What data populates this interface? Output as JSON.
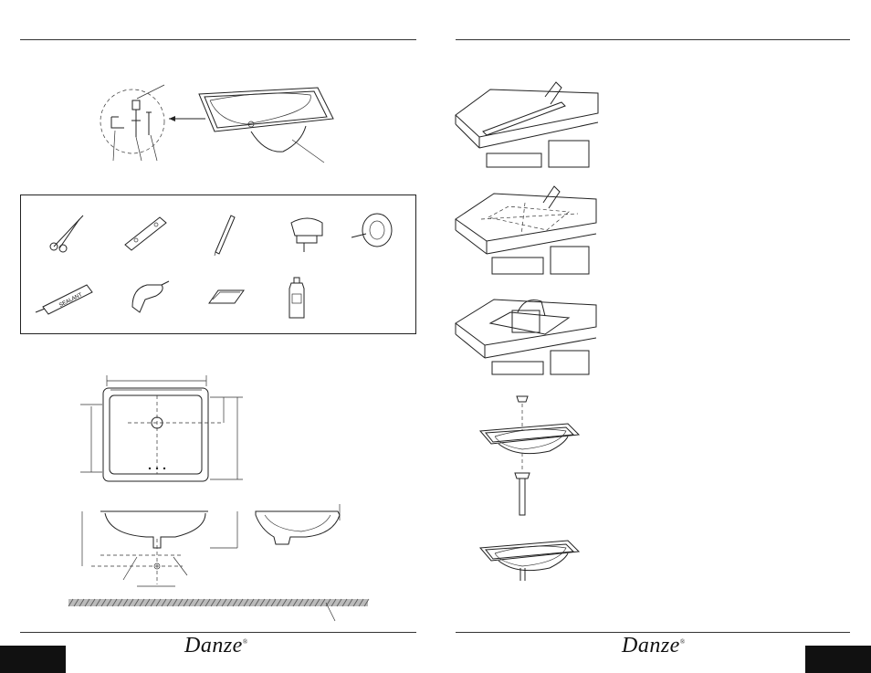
{
  "left_page": {
    "brand": "Danze",
    "registered_mark": "®",
    "tube_label": "SEALANT"
  },
  "right_page": {
    "brand": "Danze",
    "registered_mark": "®"
  },
  "tools": [
    {
      "icon": "scissors-icon"
    },
    {
      "icon": "level-icon"
    },
    {
      "icon": "pencil-icon"
    },
    {
      "icon": "jigsaw-icon"
    },
    {
      "icon": "hole-saw-icon"
    },
    {
      "icon": "sealant-tube-icon"
    },
    {
      "icon": "drill-icon"
    },
    {
      "icon": "cloth-icon"
    },
    {
      "icon": "bottle-icon"
    }
  ],
  "colors": {
    "ink": "#111111",
    "paper": "#ffffff"
  }
}
